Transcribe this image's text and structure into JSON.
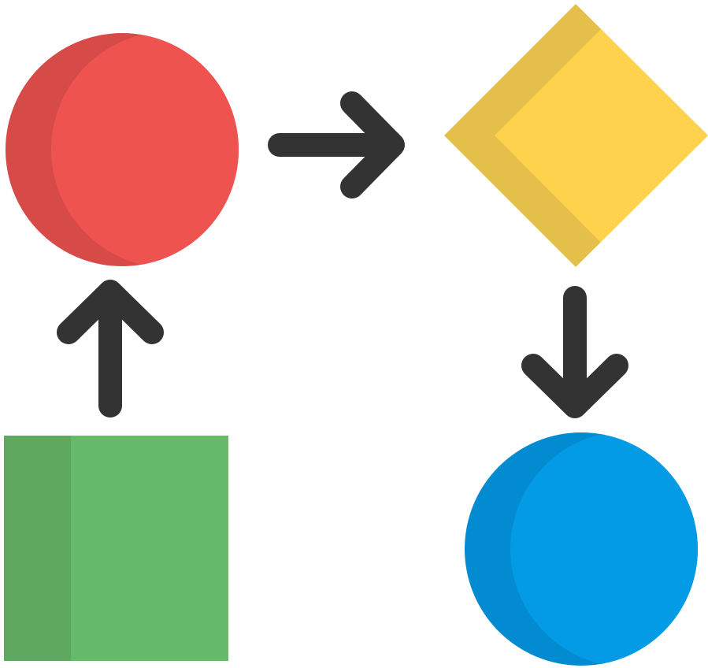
{
  "diagram": {
    "nodes": [
      {
        "id": "red-circle",
        "shape": "circle",
        "color": "#ef5350",
        "shade": "#d64a48"
      },
      {
        "id": "yellow-diamond",
        "shape": "diamond",
        "color": "#fed24d",
        "shade": "#e4bf4a"
      },
      {
        "id": "green-square",
        "shape": "square",
        "color": "#66bb6a",
        "shade": "#5ea860"
      },
      {
        "id": "blue-circle",
        "shape": "circle",
        "color": "#039be5",
        "shade": "#028bd0"
      }
    ],
    "edges": [
      {
        "from": "green-square",
        "to": "red-circle",
        "direction": "up"
      },
      {
        "from": "red-circle",
        "to": "yellow-diamond",
        "direction": "right"
      },
      {
        "from": "yellow-diamond",
        "to": "blue-circle",
        "direction": "down"
      }
    ],
    "arrow_color": "#333333"
  }
}
